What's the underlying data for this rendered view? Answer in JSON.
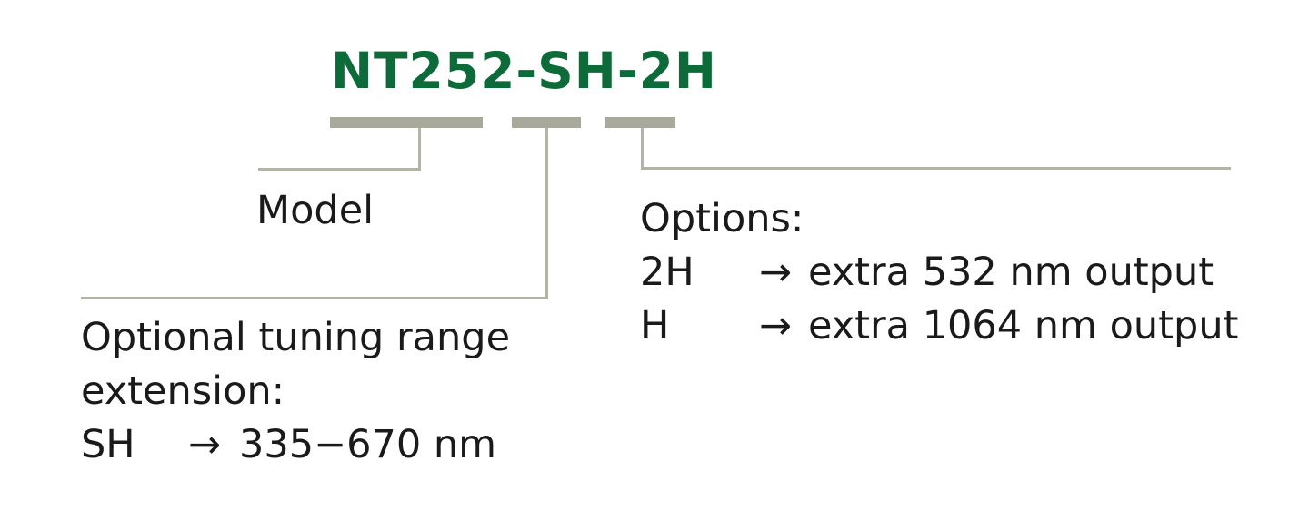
{
  "title": "NT252-SH-2H",
  "colors": {
    "title": "#0d6b3a",
    "bars": "#a9a99b",
    "lines": "#b3b3a7"
  },
  "model": {
    "label": "Model"
  },
  "tuning": {
    "label_line1": "Optional tuning range",
    "label_line2": "extension:",
    "items": [
      {
        "code": "SH",
        "arrow": "→",
        "value": "335−670 nm"
      }
    ]
  },
  "options": {
    "label": "Options:",
    "items": [
      {
        "code": "2H",
        "arrow": "→",
        "value": "extra 532 nm output"
      },
      {
        "code": "H",
        "arrow": "→",
        "value": "extra 1064 nm output"
      }
    ]
  }
}
